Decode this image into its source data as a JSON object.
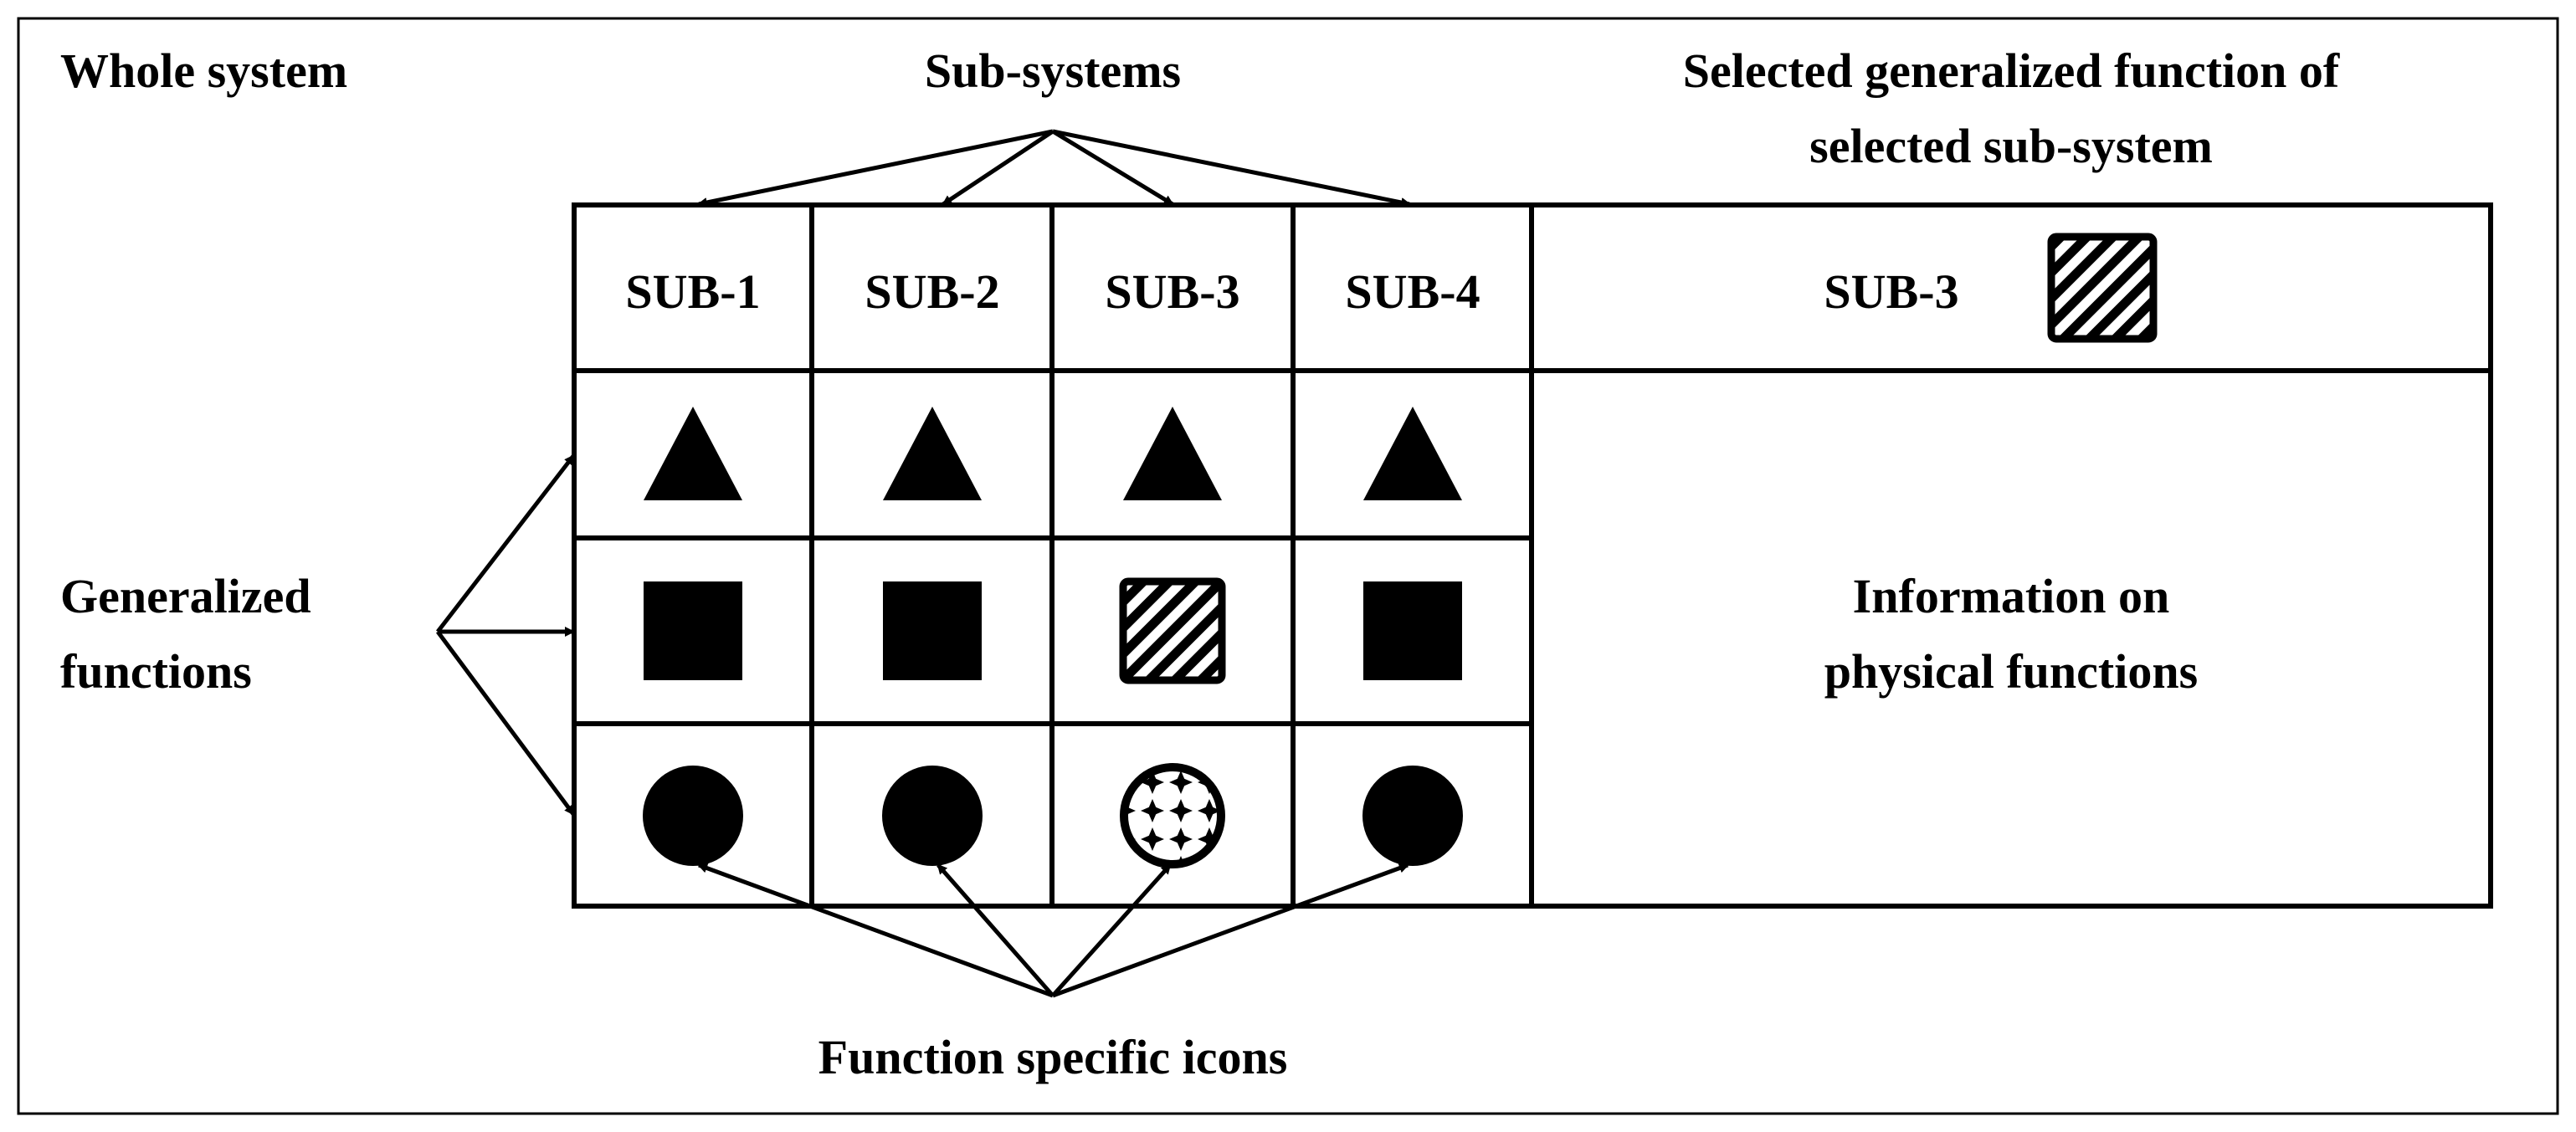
{
  "labels": {
    "whole_system": "Whole system",
    "sub_systems": "Sub-systems",
    "selected_line1": "Selected generalized function of",
    "selected_line2": "selected sub-system",
    "generalized_line1": "Generalized",
    "generalized_line2": "functions",
    "info_line1": "Information on",
    "info_line2": "physical functions",
    "function_icons": "Function specific icons"
  },
  "subsystems": [
    {
      "label": "SUB-1",
      "icons": [
        "triangle-icon",
        "square-icon",
        "circle-icon"
      ]
    },
    {
      "label": "SUB-2",
      "icons": [
        "triangle-icon",
        "square-icon",
        "circle-icon"
      ]
    },
    {
      "label": "SUB-3",
      "icons": [
        "triangle-icon",
        "hatched-square-icon",
        "patterned-circle-icon"
      ]
    },
    {
      "label": "SUB-4",
      "icons": [
        "triangle-icon",
        "square-icon",
        "circle-icon"
      ]
    }
  ],
  "selected_panel": {
    "sub_label": "SUB-3",
    "icon": "hatched-square-icon"
  },
  "colors": {
    "line": "#000000",
    "fill": "#000000",
    "background": "#ffffff"
  }
}
